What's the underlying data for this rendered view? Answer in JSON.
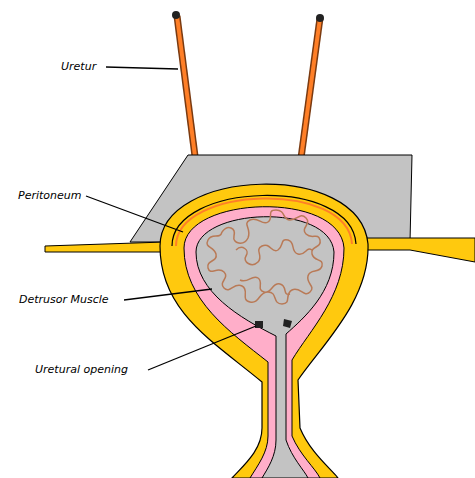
{
  "diagram": {
    "labels": [
      "Uretur",
      "Peritoneum",
      "Detrusor Muscle",
      "Uretural opening"
    ]
  }
}
